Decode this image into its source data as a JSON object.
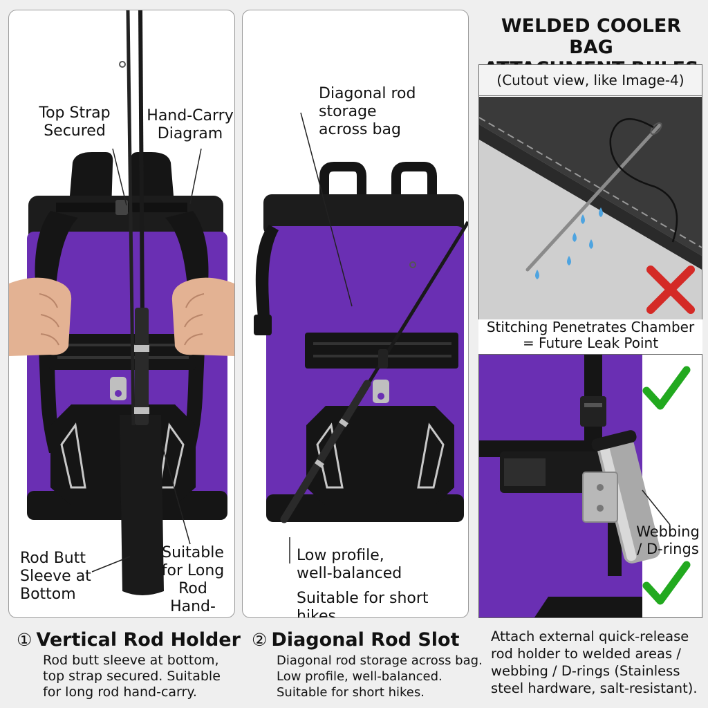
{
  "panel1": {
    "label_top_strap": "Top Strap\nSecured",
    "label_hand_carry_diagram": "Hand-Carry\nDiagram",
    "label_rod_butt_sleeve": "Rod Butt\nSleeve at\nBottom",
    "label_suitable_long": "Suitable\nfor Long\nRod\nHand-Carry",
    "number": "①",
    "heading": "Vertical Rod Holder",
    "description": "Rod butt sleeve at bottom,\ntop strap secured. Suitable\nfor long rod hand-carry."
  },
  "panel2": {
    "label_diagonal": "Diagonal rod\nstorage\nacross bag",
    "label_low_profile": "Low profile,\nwell-balanced",
    "label_short_hikes": "Suitable for short hikes",
    "number": "②",
    "heading": "Diagonal Rod Slot",
    "description": "Diagonal rod storage across bag.\nLow profile, well-balanced.\nSuitable for short hikes."
  },
  "panel3": {
    "title": "WELDED COOLER BAG\nATTACHMENT RULES",
    "cutout_caption": "(Cutout view, like Image-4)",
    "warning": "Stitching Penetrates Chamber\n= Future Leak Point",
    "label_webbing": "Webbing\n/ D-rings",
    "description": "Attach external quick-release\nrod holder to welded areas /\nwebbing / D-rings (Stainless\nsteel hardware, salt-resistant)."
  },
  "colors": {
    "bag_purple": "#6a2fb3",
    "bag_black": "#151515",
    "check_green": "#22a91f",
    "cross_red": "#d42a26"
  }
}
